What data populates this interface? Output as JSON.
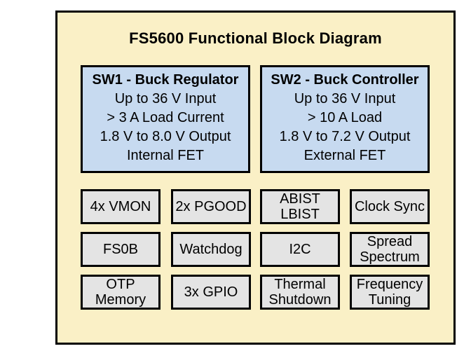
{
  "title": "FS5600 Functional Block Diagram",
  "colors": {
    "panel_background": "#FAF0C6",
    "sw_block_fill": "#C7DAF0",
    "feature_block_fill": "#E4E4E4",
    "border": "#000000",
    "text": "#000000",
    "page_background": "#FFFFFF"
  },
  "sw_blocks": [
    {
      "title": "SW1 - Buck Regulator",
      "lines": [
        "Up to 36 V Input",
        "> 3 A Load Current",
        "1.8 V to 8.0 V Output",
        "Internal FET"
      ]
    },
    {
      "title": "SW2 - Buck Controller",
      "lines": [
        "Up to 36 V Input",
        "> 10 A Load",
        "1.8 V to 7.2 V Output",
        "External FET"
      ]
    }
  ],
  "feature_blocks": [
    [
      "4x VMON",
      "2x PGOOD",
      "ABIST\nLBIST",
      "Clock Sync"
    ],
    [
      "FS0B",
      "Watchdog",
      "I2C",
      "Spread\nSpectrum"
    ],
    [
      "OTP\nMemory",
      "3x GPIO",
      "Thermal\nShutdown",
      "Frequency\nTuning"
    ]
  ]
}
